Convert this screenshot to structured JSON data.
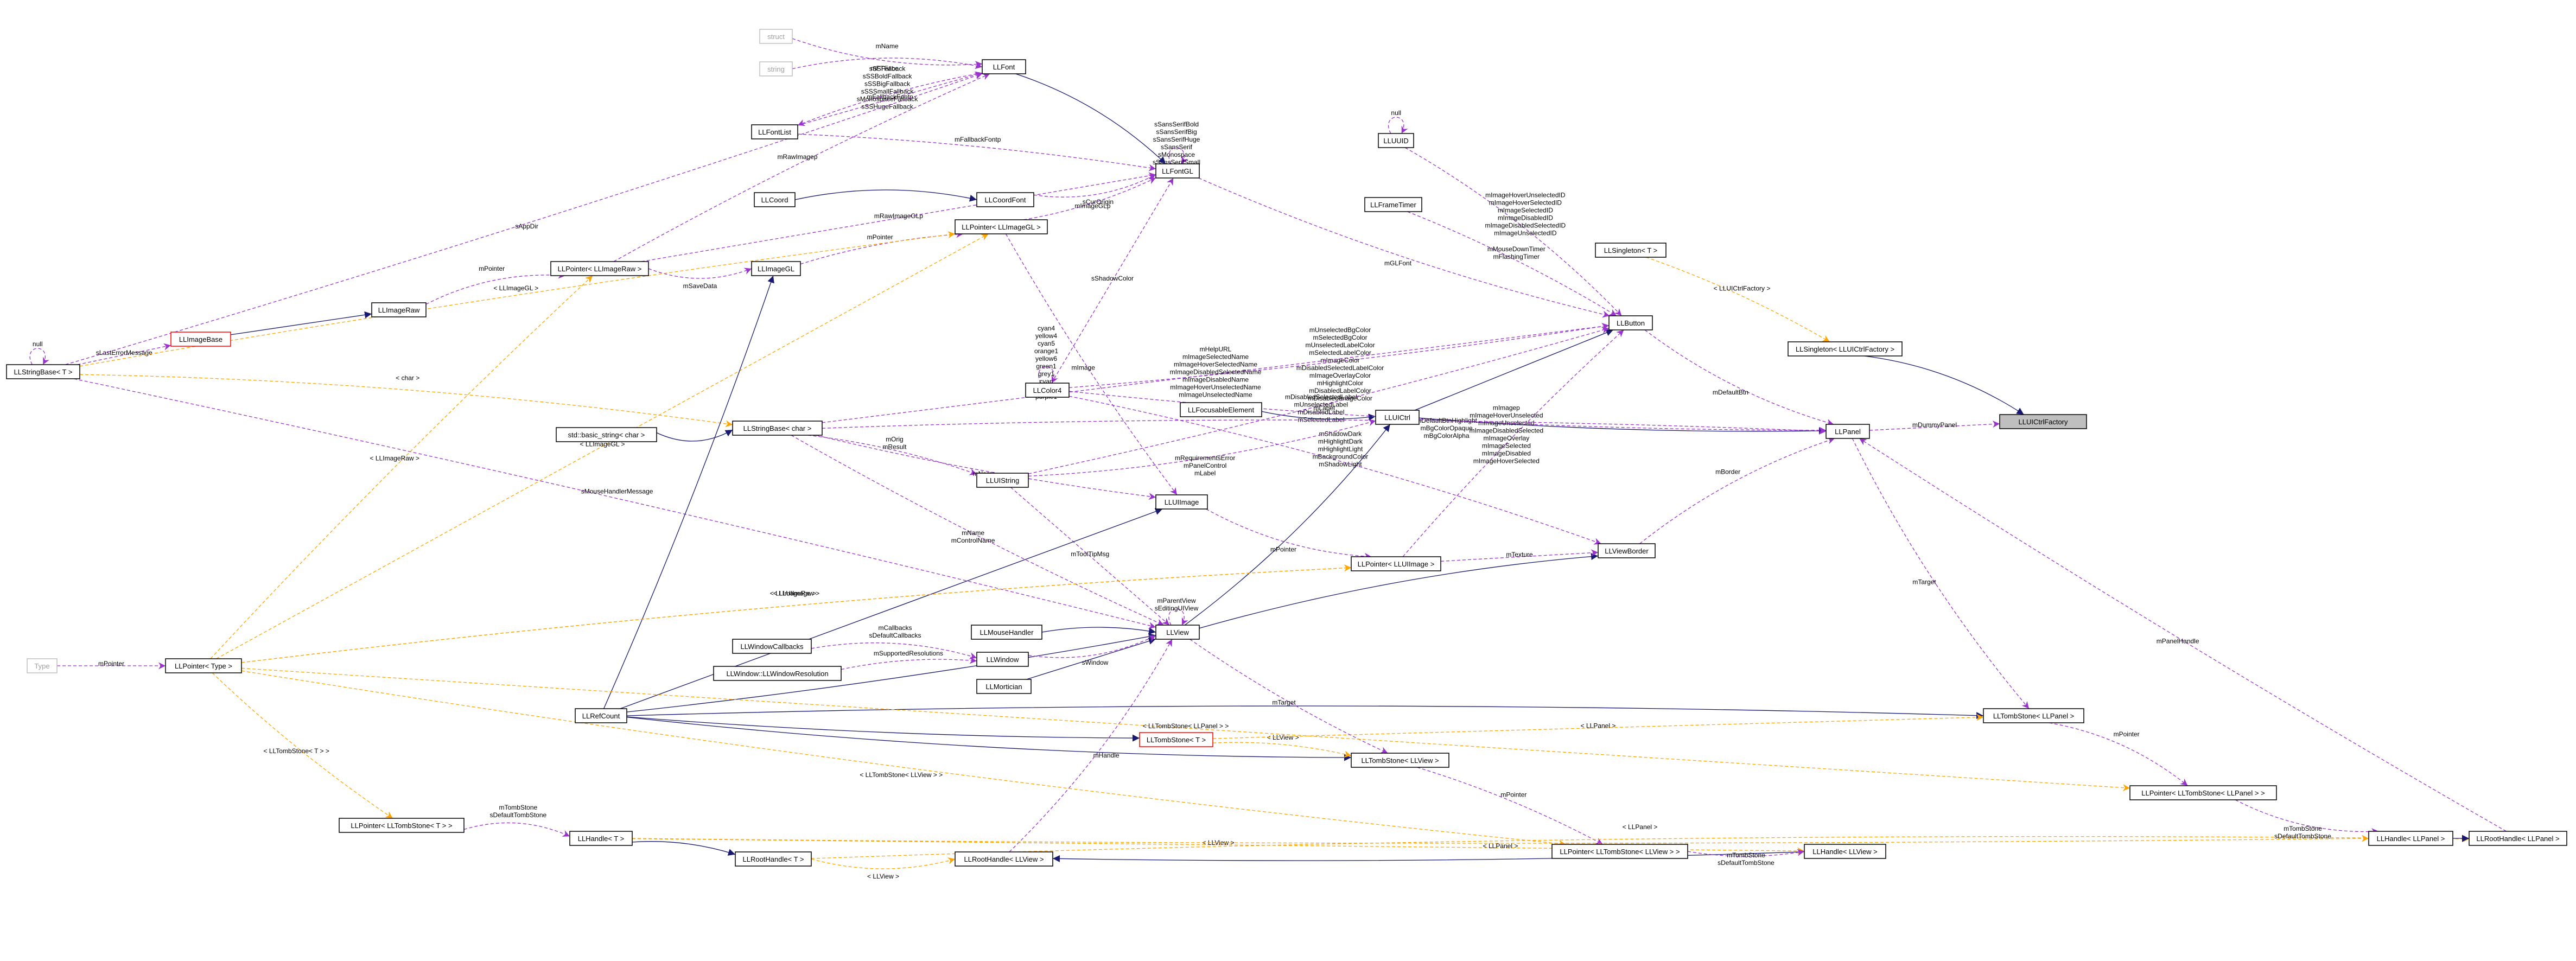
{
  "nodes": [
    {
      "id": "LLUICtrlFactory",
      "label": "LLUICtrlFactory",
      "style": "gray"
    },
    {
      "id": "LLSingletonFactory",
      "label": "LLSingleton< LLUICtrlFactory >"
    },
    {
      "id": "LLSingletonT",
      "label": "LLSingleton< T >"
    },
    {
      "id": "LLPanel",
      "label": "LLPanel"
    },
    {
      "id": "LLUICtrl",
      "label": "LLUICtrl"
    },
    {
      "id": "LLButton",
      "label": "LLButton"
    },
    {
      "id": "LLFocusableElement",
      "label": "LLFocusableElement"
    },
    {
      "id": "LLView",
      "label": "LLView"
    },
    {
      "id": "LLViewBorder",
      "label": "LLViewBorder"
    },
    {
      "id": "LLUIImage",
      "label": "LLUIImage"
    },
    {
      "id": "LLPointerUIImage",
      "label": "LLPointer< LLUIImage >"
    },
    {
      "id": "LLRefCount",
      "label": "LLRefCount"
    },
    {
      "id": "LLMouseHandler",
      "label": "LLMouseHandler"
    },
    {
      "id": "LLWindow",
      "label": "LLWindow"
    },
    {
      "id": "LLMortician",
      "label": "LLMortician"
    },
    {
      "id": "LLWindowCallbacks",
      "label": "LLWindowCallbacks"
    },
    {
      "id": "LLWindowResolution",
      "label": "LLWindow::LLWindowResolution"
    },
    {
      "id": "LLUIString",
      "label": "LLUIString"
    },
    {
      "id": "LLStringBaseChar",
      "label": "LLStringBase< char >"
    },
    {
      "id": "stdBasicString",
      "label": "std::basic_string< char >"
    },
    {
      "id": "LLStringBaseT",
      "label": "LLStringBase< T >"
    },
    {
      "id": "LLColor4",
      "label": "LLColor4"
    },
    {
      "id": "LLFontGL",
      "label": "LLFontGL"
    },
    {
      "id": "LLFont",
      "label": "LLFont"
    },
    {
      "id": "LLFontList",
      "label": "LLFontList"
    },
    {
      "id": "struct",
      "label": "struct",
      "style": "light"
    },
    {
      "id": "string",
      "label": "string",
      "style": "light"
    },
    {
      "id": "LLCoordFont",
      "label": "LLCoordFont"
    },
    {
      "id": "LLCoord",
      "label": "LLCoord"
    },
    {
      "id": "LLPointerImageGL",
      "label": "LLPointer< LLImageGL >"
    },
    {
      "id": "LLImageGL",
      "label": "LLImageGL"
    },
    {
      "id": "LLPointerImageRaw",
      "label": "LLPointer< LLImageRaw >"
    },
    {
      "id": "LLImageRaw",
      "label": "LLImageRaw"
    },
    {
      "id": "LLImageBase",
      "label": "LLImageBase",
      "style": "red"
    },
    {
      "id": "LLUUID",
      "label": "LLUUID"
    },
    {
      "id": "LLFrameTimer",
      "label": "LLFrameTimer"
    },
    {
      "id": "LLPointerT",
      "label": "LLPointer< Type >"
    },
    {
      "id": "Type",
      "label": "Type",
      "style": "light"
    },
    {
      "id": "LLTombStoneT",
      "label": "LLTombStone< T >",
      "style": "red"
    },
    {
      "id": "LLTombStoneView",
      "label": "LLTombStone< LLView >"
    },
    {
      "id": "LLTombStonePanel",
      "label": "LLTombStone< LLPanel >"
    },
    {
      "id": "LLPointerTombStonePanel",
      "label": "LLPointer< LLTombStone< LLPanel > >"
    },
    {
      "id": "LLPointerTombStoneT",
      "label": "LLPointer< LLTombStone< T > >"
    },
    {
      "id": "LLHandleT",
      "label": "LLHandle< T >"
    },
    {
      "id": "LLRootHandleT",
      "label": "LLRootHandle< T >"
    },
    {
      "id": "LLRootHandleView",
      "label": "LLRootHandle< LLView >"
    },
    {
      "id": "LLPointerTombStoneView",
      "label": "LLPointer< LLTombStone< LLView > >"
    },
    {
      "id": "LLHandleView",
      "label": "LLHandle< LLView >"
    },
    {
      "id": "LLHandlePanel",
      "label": "LLHandle< LLPanel >"
    },
    {
      "id": "LLRootHandlePanel",
      "label": "LLRootHandle< LLPanel >"
    }
  ],
  "edges": [
    {
      "from": "LLSingletonFactory",
      "to": "LLUICtrlFactory",
      "kind": "inherit"
    },
    {
      "from": "LLSingletonT",
      "to": "LLSingletonFactory",
      "kind": "template",
      "label": "< LLUICtrlFactory >"
    },
    {
      "from": "LLPanel",
      "to": "LLUICtrlFactory",
      "kind": "usage",
      "label": "mDummyPanel"
    },
    {
      "from": "LLUICtrl",
      "to": "LLPanel",
      "kind": "inherit"
    },
    {
      "from": "LLButton",
      "to": "LLPanel",
      "kind": "usage",
      "label": "mDefaultBtn"
    },
    {
      "from": "LLViewBorder",
      "to": "LLPanel",
      "kind": "usage",
      "label": "mBorder"
    },
    {
      "from": "LLRootHandlePanel",
      "to": "LLPanel",
      "kind": "usage",
      "label": "mPanelHandle"
    },
    {
      "from": "LLUICtrl",
      "to": "LLButton",
      "kind": "inherit"
    },
    {
      "from": "LLFocusableElement",
      "to": "LLUICtrl",
      "kind": "inherit"
    },
    {
      "from": "LLView",
      "to": "LLUICtrl",
      "kind": "inherit"
    },
    {
      "from": "LLView",
      "to": "LLViewBorder",
      "kind": "inherit"
    },
    {
      "from": "LLMouseHandler",
      "to": "LLView",
      "kind": "inherit"
    },
    {
      "from": "LLMortician",
      "to": "LLView",
      "kind": "inherit"
    },
    {
      "from": "LLRefCount",
      "to": "LLView",
      "kind": "inherit"
    },
    {
      "from": "LLWindow",
      "to": "LLView",
      "kind": "usage",
      "label": "sWindow"
    },
    {
      "from": "LLWindowCallbacks",
      "to": "LLWindow",
      "kind": "usage",
      "label": "mCallbacks\nsDefaultCallbacks"
    },
    {
      "from": "LLWindowResolution",
      "to": "LLWindow",
      "kind": "usage",
      "label": "mSupportedResolutions"
    },
    {
      "from": "LLUIString",
      "to": "LLView",
      "kind": "usage",
      "label": "mToolTipMsg"
    },
    {
      "from": "LLStringBaseChar",
      "to": "LLView",
      "kind": "usage",
      "label": "mName\nmControlName"
    },
    {
      "from": "LLRootHandleView",
      "to": "LLView",
      "kind": "usage",
      "label": "mHandle"
    },
    {
      "from": "LLView",
      "to": "LLView",
      "kind": "usage",
      "label": "mParentView\nsEditingUIView"
    },
    {
      "from": "LLStringBaseT",
      "to": "LLView",
      "kind": "usage",
      "label": "sMouseHandlerMessage"
    },
    {
      "from": "LLRefCount",
      "to": "LLUIImage",
      "kind": "inherit"
    },
    {
      "from": "LLPointerImageGL",
      "to": "LLUIImage",
      "kind": "usage",
      "label": "mImage"
    },
    {
      "from": "LLUIImage",
      "to": "LLPointerUIImage",
      "kind": "usage",
      "label": "mPointer"
    },
    {
      "from": "LLPointerT",
      "to": "LLPointerUIImage",
      "kind": "template",
      "label": "< LLUIImage >"
    },
    {
      "from": "LLPointerUIImage",
      "to": "LLButton",
      "kind": "usage",
      "label": "mImagep\nmImageHoverUnselected\nmImageUnselected\nmImageDisabledSelected\nmImageOverlay\nmImageSelected\nmImageDisabled\nmImageHoverSelected"
    },
    {
      "from": "LLPointerUIImage",
      "to": "LLViewBorder",
      "kind": "usage",
      "label": "mTexture"
    },
    {
      "from": "LLColor4",
      "to": "LLButton",
      "kind": "usage",
      "label": "mUnselectedBgColor\nmSelectedBgColor\nmUnselectedLabelColor\nmSelectedLabelColor\nmImageColor\nmDisabledSelectedLabelColor\nmImageOverlayColor\nmHighlightColor\nmDisabledLabelColor\nmDisabledImageColor"
    },
    {
      "from": "LLColor4",
      "to": "LLPanel",
      "kind": "usage",
      "label": "mDefaultBtnHighlight\nmBgColorOpaque\nmBgColorAlpha"
    },
    {
      "from": "LLColor4",
      "to": "LLViewBorder",
      "kind": "usage",
      "label": "mShadowDark\nmHighlightDark\nmHighlightLight\nmBackgroundColor\nmShadowLight"
    },
    {
      "from": "LLColor4",
      "to": "LLColor4",
      "kind": "usage",
      "label": "cyan4\nyellow4\ncyan5\norange1\nyellow6\ngreen1\ngrey1\ncyan\ncyan6\npurple1"
    },
    {
      "from": "LLColor4",
      "to": "LLFontGL",
      "kind": "usage",
      "label": "sShadowColor"
    },
    {
      "from": "LLUIString",
      "to": "LLButton",
      "kind": "usage",
      "label": "mDisabledSelectedLabel\nmUnselectedLabel\nmDisabledLabel\nmSelectedLabel"
    },
    {
      "from": "LLUIString",
      "to": "LLUICtrl",
      "kind": "usage",
      "label": "mRequirementsError\nmPanelControl\nmLabel"
    },
    {
      "from": "LLStringBaseChar",
      "to": "LLPanel",
      "kind": "usage",
      "label": "mLabel"
    },
    {
      "from": "LLStringBaseChar",
      "to": "LLUIString",
      "kind": "usage",
      "label": "mOrig\nmResult"
    },
    {
      "from": "LLStringBaseChar",
      "to": "LLButton",
      "kind": "usage",
      "label": "mHelpURL\nmImageSelectedName\nmImageHoverSelectedName\nmImageDisabledSelectedName\nmImageDisabledName\nmImageHoverUnselectedName\nmImageUnselectedName"
    },
    {
      "from": "LLStringBaseChar",
      "to": "LLUIImage",
      "kind": "usage",
      "label": "mName"
    },
    {
      "from": "stdBasicString",
      "to": "LLStringBaseChar",
      "kind": "inherit"
    },
    {
      "from": "LLStringBaseT",
      "to": "LLStringBaseChar",
      "kind": "template",
      "label": "< char >"
    },
    {
      "from": "LLStringBaseT",
      "to": "LLStringBaseT",
      "kind": "usage",
      "label": "null"
    },
    {
      "from": "LLStringBaseT",
      "to": "LLImageBase",
      "kind": "usage",
      "label": "sLastErrorMessage"
    },
    {
      "from": "LLFontGL",
      "to": "LLFontGL",
      "kind": "usage",
      "label": "sSansSerifBold\nsSansSerifBig\nsSansSerifHuge\nsSansSerif\nsMonospace\nsSansSerifSmall"
    },
    {
      "from": "LLFontGL",
      "to": "LLButton",
      "kind": "usage",
      "label": "mGLFont"
    },
    {
      "from": "LLFont",
      "to": "LLFontGL",
      "kind": "inherit"
    },
    {
      "from": "LLFontList",
      "to": "LLFontGL",
      "kind": "usage",
      "label": "mFallbackFontp"
    },
    {
      "from": "LLFontList",
      "to": "LLFont",
      "kind": "usage",
      "label": "mFallbackFontp"
    },
    {
      "from": "LLFont",
      "to": "LLFontList",
      "kind": "usage",
      "label": "sSSFallback\nsSSBoldFallback\nsSSBigFallback\nsSSSmallFallback\nsMonospaceFallback\nsSSHugeFallback"
    },
    {
      "from": "struct",
      "to": "LLFont",
      "kind": "usage",
      "label": "mFTFace"
    },
    {
      "from": "string",
      "to": "LLFont",
      "kind": "usage",
      "label": "mName"
    },
    {
      "from": "LLPointerImageRaw",
      "to": "LLFont",
      "kind": "usage",
      "label": "mRawImagep"
    },
    {
      "from": "LLPointerImageRaw",
      "to": "LLFontGL",
      "kind": "usage",
      "label": "mRawImageGLp"
    },
    {
      "from": "LLPointerImageGL",
      "to": "LLFontGL",
      "kind": "usage",
      "label": "mImageGLp"
    },
    {
      "from": "LLCoordFont",
      "to": "LLFontGL",
      "kind": "usage",
      "label": "sCurOrigin"
    },
    {
      "from": "LLCoord",
      "to": "LLCoordFont",
      "kind": "inherit"
    },
    {
      "from": "LLImageGL",
      "to": "LLPointerImageGL",
      "kind": "usage",
      "label": "mPointer"
    },
    {
      "from": "LLPointerT",
      "to": "LLPointerImageGL",
      "kind": "template",
      "label": "< LLImageGL >"
    },
    {
      "from": "LLRefCount",
      "to": "LLImageGL",
      "kind": "inherit"
    },
    {
      "from": "LLPointerImageRaw",
      "to": "LLImageGL",
      "kind": "usage",
      "label": "mSaveData"
    },
    {
      "from": "LLImageRaw",
      "to": "LLPointerImageRaw",
      "kind": "usage",
      "label": "mPointer"
    },
    {
      "from": "LLPointerT",
      "to": "LLPointerImageRaw",
      "kind": "template",
      "label": "< LLImageRaw >"
    },
    {
      "from": "LLImageBase",
      "to": "LLImageRaw",
      "kind": "inherit"
    },
    {
      "from": "LLStringBaseT",
      "to": "LLFont",
      "kind": "usage",
      "label": "sAppDir"
    },
    {
      "from": "LLUUID",
      "to": "LLUUID",
      "kind": "usage",
      "label": "null"
    },
    {
      "from": "LLUUID",
      "to": "LLButton",
      "kind": "usage",
      "label": "mImageHoverUnselectedID\nmImageHoverSelectedID\nmImageSelectedID\nmImageDisabledID\nmImageDisabledSelectedID\nmImageUnselectedID"
    },
    {
      "from": "LLFrameTimer",
      "to": "LLButton",
      "kind": "usage",
      "label": "mMouseDownTimer\nmFlashingTimer"
    },
    {
      "from": "Type",
      "to": "LLPointerT",
      "kind": "usage",
      "label": "mPointer"
    },
    {
      "from": "LLRefCount",
      "to": "LLTombStoneT",
      "kind": "inherit"
    },
    {
      "from": "LLRefCount",
      "to": "LLTombStoneView",
      "kind": "inherit"
    },
    {
      "from": "LLRefCount",
      "to": "LLTombStonePanel",
      "kind": "inherit"
    },
    {
      "from": "LLTombStoneT",
      "to": "LLTombStoneView",
      "kind": "template",
      "label": "< LLView >"
    },
    {
      "from": "LLTombStoneT",
      "to": "LLTombStonePanel",
      "kind": "template",
      "label": "< LLPanel >"
    },
    {
      "from": "LLView",
      "to": "LLTombStoneView",
      "kind": "usage",
      "label": "mTarget"
    },
    {
      "from": "LLPanel",
      "to": "LLTombStonePanel",
      "kind": "usage",
      "label": "mTarget"
    },
    {
      "from": "LLTombStonePanel",
      "to": "LLPointerTombStonePanel",
      "kind": "usage",
      "label": "mPointer"
    },
    {
      "from": "LLTombStoneView",
      "to": "LLPointerTombStoneView",
      "kind": "usage",
      "label": "mPointer"
    },
    {
      "from": "LLPointerT",
      "to": "LLPointerTombStonePanel",
      "kind": "template",
      "label": "< LLTombStone< LLPanel > >"
    },
    {
      "from": "LLPointerT",
      "to": "LLPointerTombStoneT",
      "kind": "template",
      "label": "< LLTombStone< T > >"
    },
    {
      "from": "LLPointerT",
      "to": "LLPointerTombStoneView",
      "kind": "template",
      "label": "< LLTombStone< LLView > >"
    },
    {
      "from": "LLPointerTombStoneT",
      "to": "LLHandleT",
      "kind": "usage",
      "label": "mTombStone\nsDefaultTombStone"
    },
    {
      "from": "LLHandleT",
      "to": "LLRootHandleT",
      "kind": "inherit"
    },
    {
      "from": "LLHandleT",
      "to": "LLHandleView",
      "kind": "template",
      "label": "< LLView >"
    },
    {
      "from": "LLHandleT",
      "to": "LLHandlePanel",
      "kind": "template",
      "label": "< LLPanel >"
    },
    {
      "from": "LLRootHandleT",
      "to": "LLRootHandleView",
      "kind": "template",
      "label": "< LLView >"
    },
    {
      "from": "LLRootHandleT",
      "to": "LLRootHandlePanel",
      "kind": "template",
      "label": "< LLPanel >"
    },
    {
      "from": "LLHandleView",
      "to": "LLRootHandleView",
      "kind": "inherit"
    },
    {
      "from": "LLHandlePanel",
      "to": "LLRootHandlePanel",
      "kind": "inherit"
    },
    {
      "from": "LLPointerTombStoneView",
      "to": "LLHandleView",
      "kind": "usage",
      "label": "mTombStone\nsDefaultTombStone"
    },
    {
      "from": "LLPointerTombStonePanel",
      "to": "LLHandlePanel",
      "kind": "usage",
      "label": "mTombStone\nsDefaultTombStone"
    },
    {
      "from": "LLPointerT",
      "to": "LLPointerUIImage",
      "kind": "template",
      "label": "< LLImageRaw >"
    },
    {
      "from": "LLStringBaseT",
      "to": "LLPointerImageGL",
      "kind": "template",
      "label": "< LLImageGL >"
    }
  ]
}
